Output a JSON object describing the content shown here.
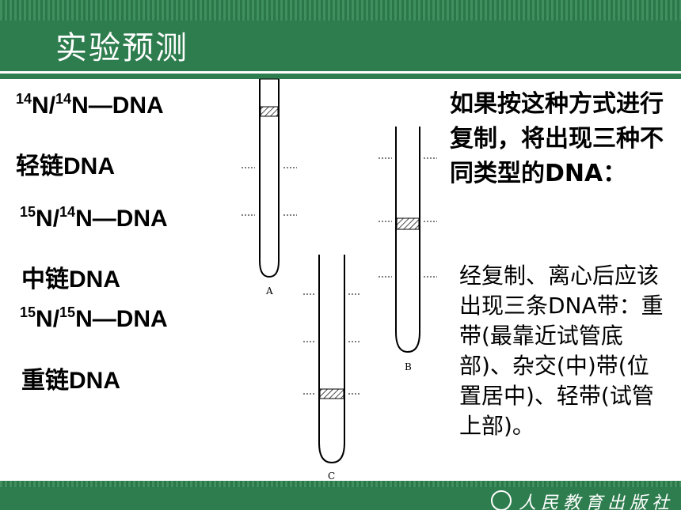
{
  "slide": {
    "title": "实验预测",
    "labels": [
      {
        "pre1": "14",
        "mid": "N/",
        "pre2": "14",
        "post": "N—DNA"
      },
      {
        "text": "轻链DNA"
      },
      {
        "pre1": "15",
        "mid": "N/",
        "pre2": "14",
        "post": "N—DNA"
      },
      {
        "text": "中链DNA"
      },
      {
        "pre1": "15",
        "mid": "N/",
        "pre2": "15",
        "post": "N—DNA"
      },
      {
        "text": "重链DNA"
      }
    ],
    "right_text": "如果按这种方式进行复制，将出现三种不同类型的DNA：",
    "right_desc": "经复制、离心后应该出现三条DNA带：重带(最靠近试管底部)、杂交(中)带(位置居中)、轻带(试管上部)。",
    "tube_labels": [
      "A",
      "B",
      "C"
    ],
    "publisher": "人民教育出版社"
  }
}
